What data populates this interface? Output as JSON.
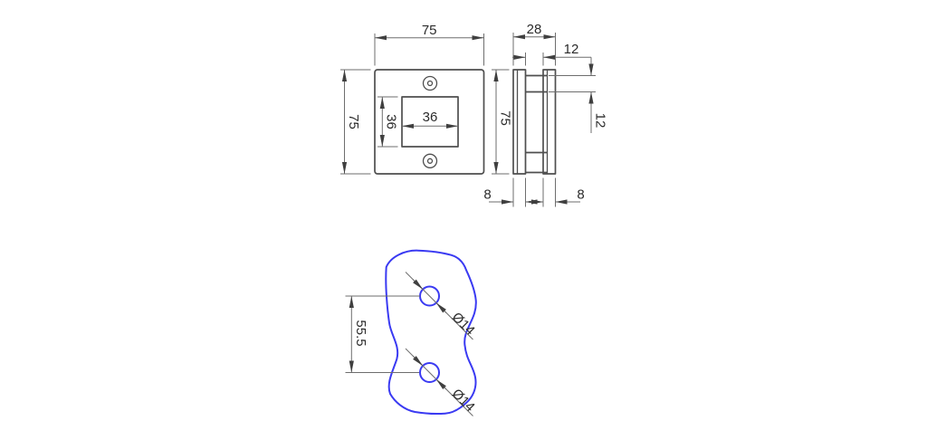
{
  "drawing": {
    "front_view": {
      "width_label": "75",
      "height_label": "75",
      "cutout_width_label": "36",
      "cutout_height_label": "36"
    },
    "side_view": {
      "depth_label": "28",
      "height_label": "75",
      "glass_gap_label": "12",
      "notch_label": "12",
      "left_plate_label": "8",
      "right_plate_label": "8"
    },
    "glass_view": {
      "hole_spacing_label": "55.5",
      "top_hole_label": "Ø14",
      "bottom_hole_label": "Ø14"
    },
    "colors": {
      "part_line": "#4f4f4f",
      "dimension_line": "#6e6e6e",
      "text": "#2b2b2b",
      "glass": "#3a3af2",
      "background": "#ffffff"
    }
  }
}
